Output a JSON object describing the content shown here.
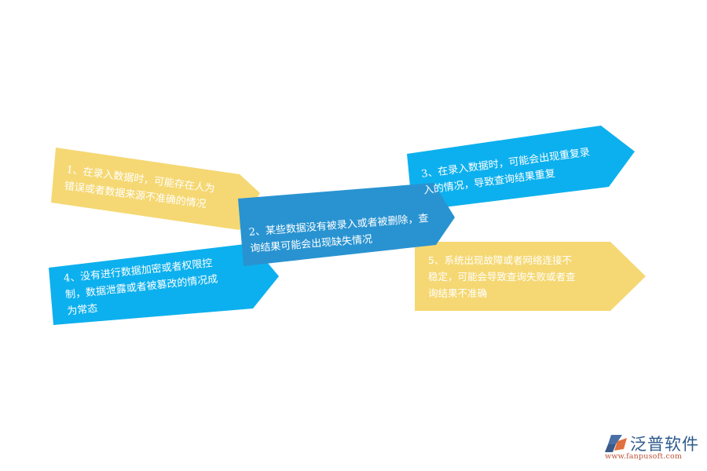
{
  "colors": {
    "yellow": "#F5D873",
    "dark_blue": "#2993D1",
    "cyan": "#0DB0EE",
    "text": "#FFFFFF",
    "logo_blue": "#2D5A8C",
    "logo_orange": "#E0703C"
  },
  "items": [
    {
      "id": 1,
      "color": "yellow",
      "lines": [
        "1、在录入数据时，可能存在人为",
        "错误或者数据来源不准确的情况"
      ]
    },
    {
      "id": 2,
      "color": "dark_blue",
      "lines": [
        "2、某些数据没有被录入或者被删除，查",
        "询结果可能会出现缺失情况"
      ]
    },
    {
      "id": 3,
      "color": "cyan",
      "lines": [
        "3、在录入数据时，可能会出现重复录",
        "入的情况，导致查询结果重复"
      ]
    },
    {
      "id": 4,
      "color": "cyan",
      "lines": [
        "4、没有进行数据加密或者权限控",
        "制，数据泄露或者被篡改的情况成",
        "为常态"
      ]
    },
    {
      "id": 5,
      "color": "yellow",
      "lines": [
        "5、系统出现故障或者网络连接不",
        "稳定，可能会导致查询失败或者查",
        "询结果不准确"
      ]
    }
  ],
  "logo": {
    "name": "泛普软件",
    "url": "www.fanpusoft.com"
  }
}
